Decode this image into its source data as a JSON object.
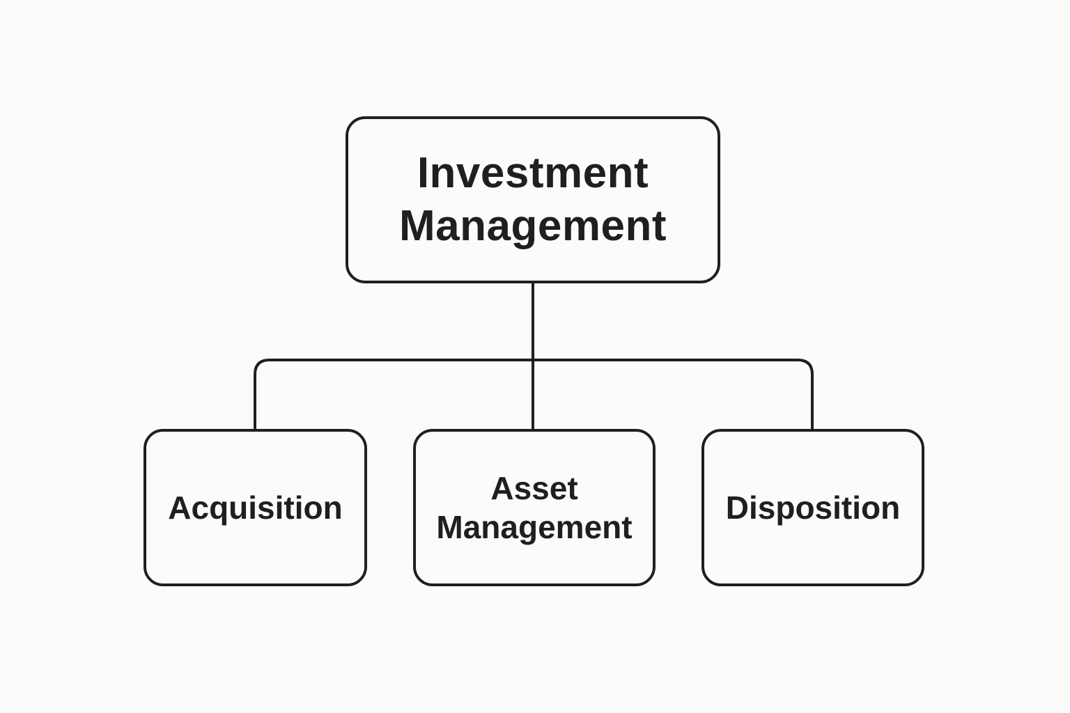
{
  "diagram": {
    "root": {
      "line1": "Investment",
      "line2": "Management"
    },
    "children": [
      {
        "line1": "Acquisition"
      },
      {
        "line1": "Asset",
        "line2": "Management"
      },
      {
        "line1": "Disposition"
      }
    ],
    "colors": {
      "stroke": "#1e1f22",
      "text": "#1e1f22",
      "background": "#fcfbf9"
    }
  }
}
